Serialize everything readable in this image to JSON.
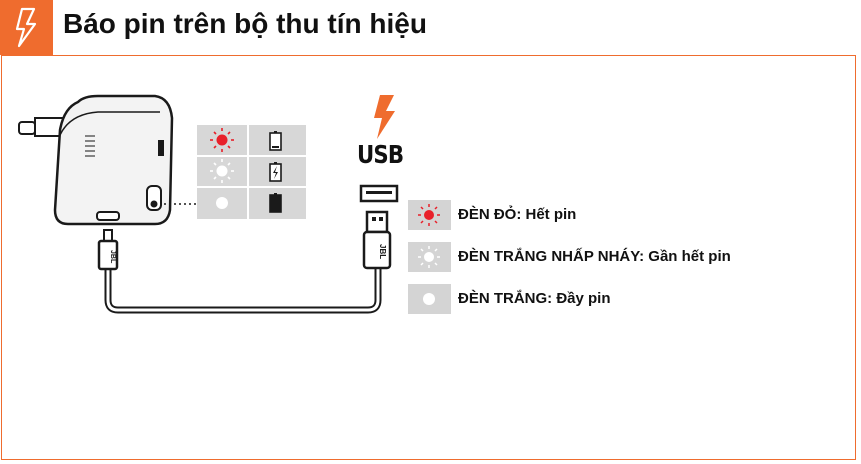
{
  "header": {
    "title": "Báo pin trên bộ thu tín hiệu",
    "icon": "lightning-icon",
    "accent_color": "#ef6c2e"
  },
  "usb": {
    "label": "USB",
    "icon": "lightning-icon",
    "icon_color": "#ef6c2e"
  },
  "indicator_table": {
    "rows": [
      {
        "led": "red-led-icon",
        "led_color": "#e8202a",
        "battery": "battery-empty-icon"
      },
      {
        "led": "white-blinking-led-icon",
        "led_color": "#ffffff",
        "battery": "battery-charging-icon"
      },
      {
        "led": "white-led-icon",
        "led_color": "#ffffff",
        "battery": "battery-full-icon"
      }
    ]
  },
  "legend": [
    {
      "label": "ĐÈN ĐỎ: Hết pin",
      "led_color": "#e8202a"
    },
    {
      "label": "ĐÈN TRẮNG NHẤP NHÁY: Gần hết pin",
      "led_color": "#ffffff"
    },
    {
      "label": "ĐÈN TRẮNG: Đầy pin",
      "led_color": "#ffffff"
    }
  ],
  "cable": {
    "brand_text": "JBL"
  }
}
